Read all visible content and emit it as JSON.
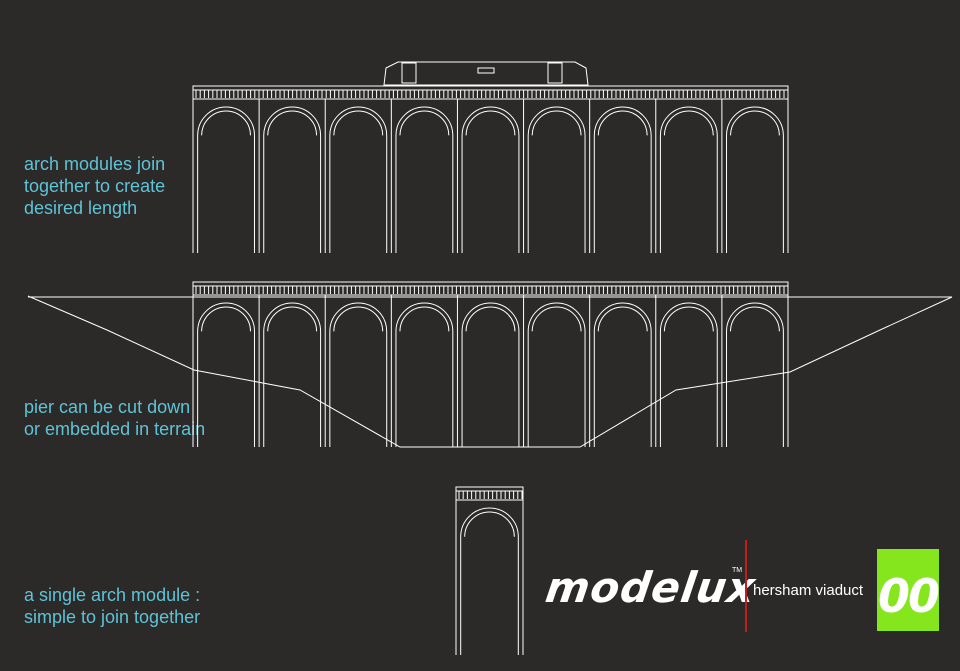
{
  "captions": {
    "arch_modules": "arch modules join\ntogether to create\ndesired length",
    "pier": "pier can be cut down\nor embedded in terrain",
    "single": "a single arch module :\nsimple to join together"
  },
  "brand": {
    "name": "modelux",
    "trademark": "TM",
    "product": "hersham viaduct",
    "code": "00"
  },
  "colors": {
    "background": "#2b2a29",
    "caption": "#5fc3d6",
    "line": "#ffffff",
    "divider": "#c21e1e",
    "code_box": "#86e61e"
  },
  "drawing": {
    "viaduct_top_arches": 9,
    "viaduct_bottom_arches": 9,
    "single_module_arches": 1,
    "locomotive": "locomotive-icon"
  }
}
